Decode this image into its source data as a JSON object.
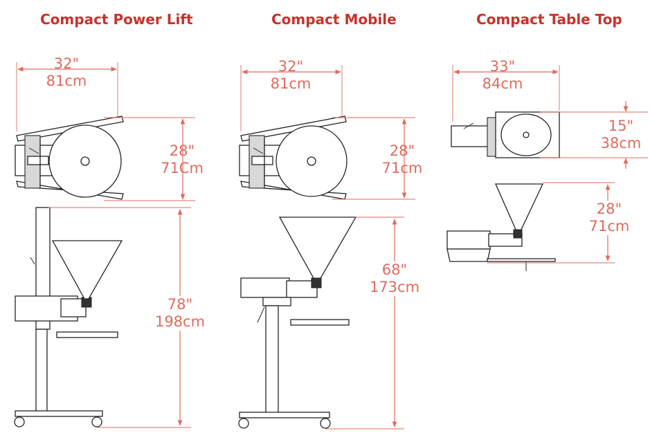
{
  "models": [
    {
      "title": "Compact Power Lift",
      "top_width": {
        "imperial": "32\"",
        "metric": "81cm"
      },
      "top_depth": {
        "imperial": "28\"",
        "metric": "71Cm"
      },
      "height": {
        "imperial": "78\"",
        "metric": "198cm"
      }
    },
    {
      "title": "Compact Mobile",
      "top_width": {
        "imperial": "32\"",
        "metric": "81cm"
      },
      "top_depth": {
        "imperial": "28\"",
        "metric": "71cm"
      },
      "height": {
        "imperial": "68\"",
        "metric": "173cm"
      }
    },
    {
      "title": "Compact Table Top",
      "top_width": {
        "imperial": "33\"",
        "metric": "84cm"
      },
      "top_depth": {
        "imperial": "15\"",
        "metric": "38cm"
      },
      "height": {
        "imperial": "28\"",
        "metric": "71cm"
      }
    }
  ],
  "colors": {
    "title": "#c8322c",
    "dimension": "#e06a5c",
    "machine_outline": "#222222"
  }
}
